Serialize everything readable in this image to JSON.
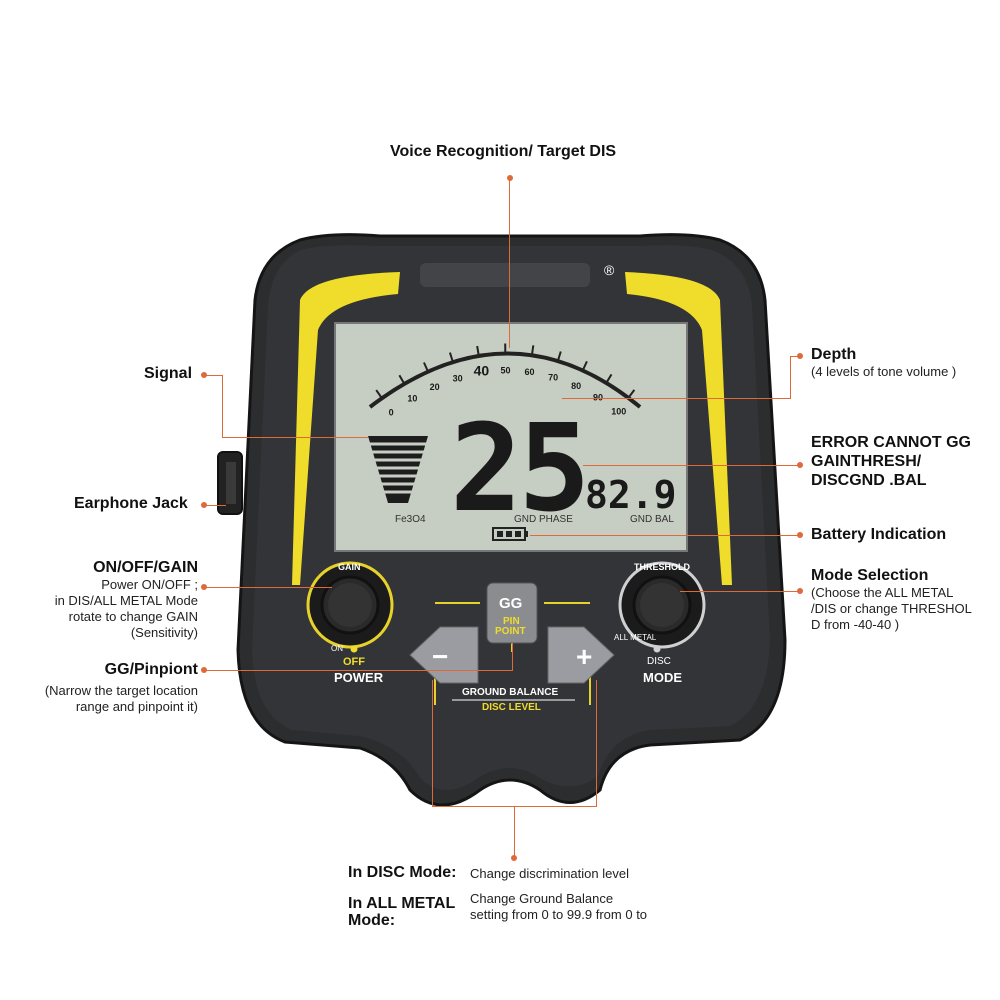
{
  "top": {
    "voice": "Voice Recognition/ Target DIS"
  },
  "left": {
    "signal": "Signal",
    "earphone": "Earphone Jack",
    "gain_title": "ON/OFF/GAIN",
    "gain_desc": [
      "Power ON/OFF ;",
      "in DIS/ALL METAL Mode",
      "rotate to change GAIN",
      "(Sensitivity)"
    ],
    "gg_title": "GG/Pinpiont",
    "gg_desc": [
      "(Narrow the target location",
      "range and pinpoint it)"
    ]
  },
  "right": {
    "depth_title": "Depth",
    "depth_desc": "(4 levels of tone volume )",
    "error": [
      "ERROR CANNOT GG",
      "GAINTHRESH/",
      "DISCGND .BAL"
    ],
    "battery": "Battery Indication",
    "mode_title": "Mode Selection",
    "mode_desc": [
      "(Choose the ALL METAL",
      "/DIS  or change THRESHOL",
      "D from  -40-40 )"
    ]
  },
  "bottom": {
    "disc_label": "In DISC Mode:",
    "disc_desc": "Change discrimination level",
    "allmetal_label": [
      "In ALL METAL",
      "Mode:"
    ],
    "allmetal_desc": [
      "Change Ground Balance",
      "setting from 0 to 99.9 from 0 to"
    ]
  },
  "device": {
    "registered": "®",
    "scale": [
      "0",
      "10",
      "20",
      "30",
      "40",
      "50",
      "60",
      "70",
      "80",
      "90",
      "100"
    ],
    "big_digits": "25",
    "small_digits": "82.9",
    "fe_label": "Fe3O4",
    "gnd_phase": "GND PHASE",
    "gnd_bal": "GND BAL",
    "gain_ring": "GAIN",
    "on_label": "ON",
    "off_label": "OFF",
    "power_label": "POWER",
    "gg_btn": "GG",
    "pin_btn": [
      "PIN",
      "POINT"
    ],
    "minus": "−",
    "plus": "+",
    "ground_balance": "GROUND BALANCE",
    "disc_level": "DISC LEVEL",
    "threshold_ring": "THRESHOLD",
    "all_metal": "ALL METAL",
    "disc": "DISC",
    "mode_label": "MODE"
  }
}
